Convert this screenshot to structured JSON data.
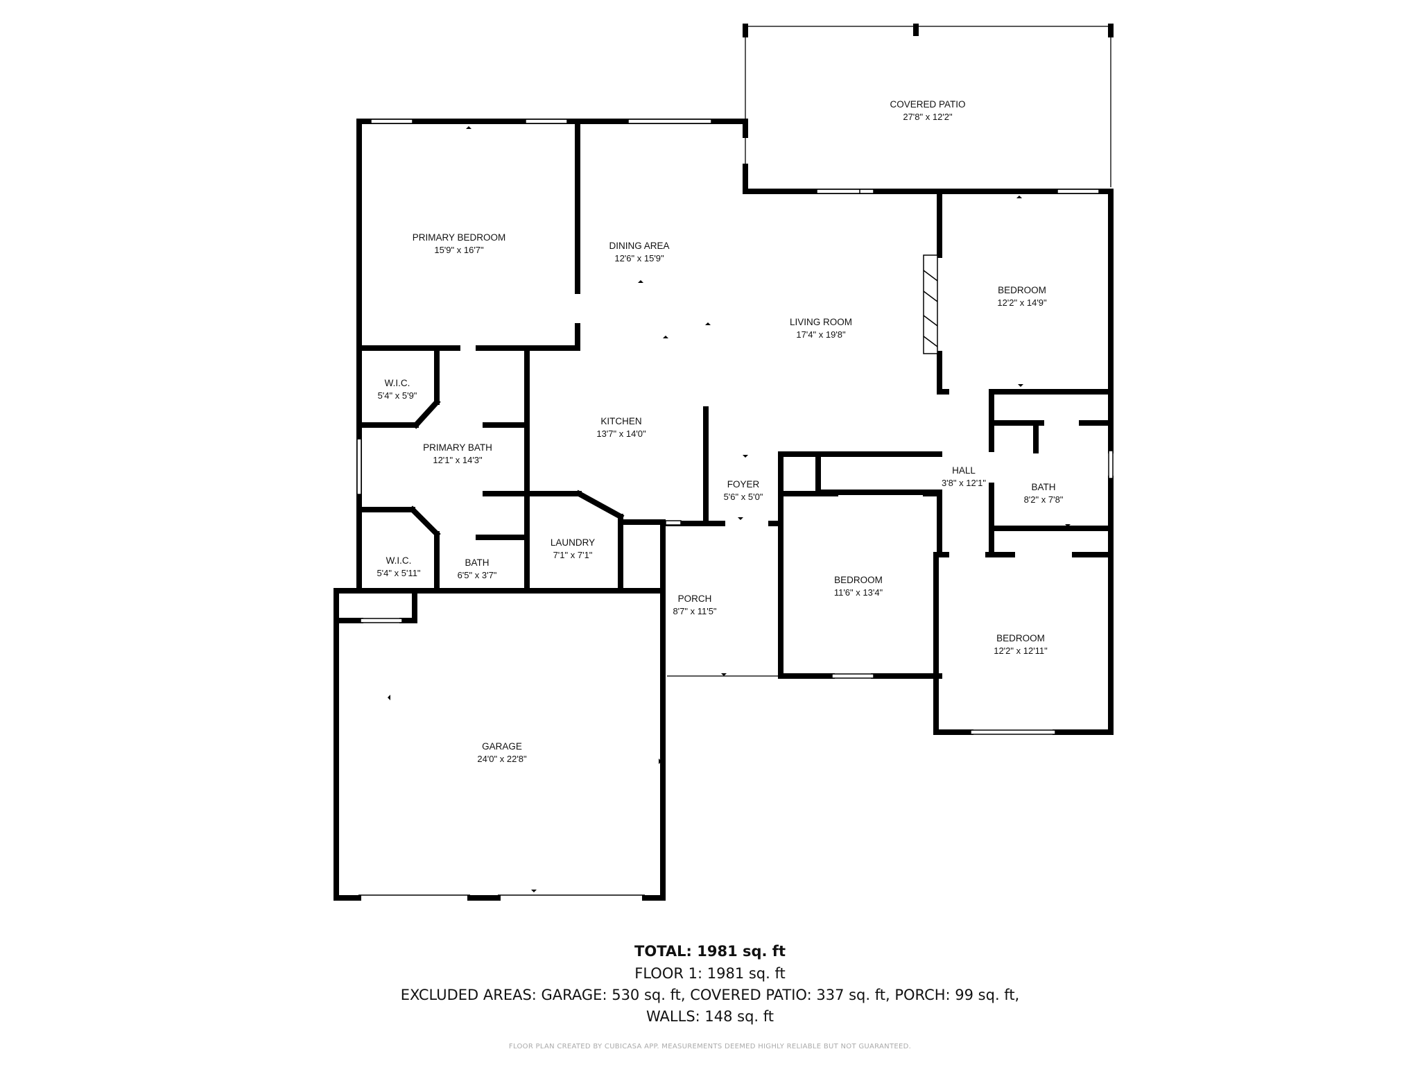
{
  "rooms": [
    {
      "key": "covered_patio",
      "name": "COVERED PATIO",
      "dims": "27'8\" x 12'2\""
    },
    {
      "key": "primary_bedroom",
      "name": "PRIMARY BEDROOM",
      "dims": "15'9\" x 16'7\""
    },
    {
      "key": "dining_area",
      "name": "DINING AREA",
      "dims": "12'6\" x 15'9\""
    },
    {
      "key": "living_room",
      "name": "LIVING ROOM",
      "dims": "17'4\" x 19'8\""
    },
    {
      "key": "bedroom_ne",
      "name": "BEDROOM",
      "dims": "12'2\" x 14'9\""
    },
    {
      "key": "wic_upper",
      "name": "W.I.C.",
      "dims": "5'4\" x 5'9\""
    },
    {
      "key": "primary_bath",
      "name": "PRIMARY BATH",
      "dims": "12'1\" x 14'3\""
    },
    {
      "key": "kitchen",
      "name": "KITCHEN",
      "dims": "13'7\" x 14'0\""
    },
    {
      "key": "foyer",
      "name": "FOYER",
      "dims": "5'6\" x 5'0\""
    },
    {
      "key": "hall",
      "name": "HALL",
      "dims": "3'8\" x 12'1\""
    },
    {
      "key": "bath_east",
      "name": "BATH",
      "dims": "8'2\" x 7'8\""
    },
    {
      "key": "laundry",
      "name": "LAUNDRY",
      "dims": "7'1\" x 7'1\""
    },
    {
      "key": "wic_lower",
      "name": "W.I.C.",
      "dims": "5'4\" x 5'11\""
    },
    {
      "key": "bath_small",
      "name": "BATH",
      "dims": "6'5\" x 3'7\""
    },
    {
      "key": "porch",
      "name": "PORCH",
      "dims": "8'7\" x 11'5\""
    },
    {
      "key": "bedroom_mid",
      "name": "BEDROOM",
      "dims": "11'6\" x 13'4\""
    },
    {
      "key": "bedroom_se",
      "name": "BEDROOM",
      "dims": "12'2\" x 12'11\""
    },
    {
      "key": "garage",
      "name": "GARAGE",
      "dims": "24'0\" x 22'8\""
    }
  ],
  "summary": {
    "total": "TOTAL: 1981 sq. ft",
    "floor": "FLOOR 1: 1981 sq. ft",
    "excluded": "EXCLUDED AREAS: GARAGE: 530 sq. ft, COVERED PATIO: 337 sq. ft, PORCH: 99 sq. ft,",
    "walls": "WALLS: 148 sq. ft",
    "disclaimer": "FLOOR PLAN CREATED BY CUBICASA APP. MEASUREMENTS DEEMED HIGHLY RELIABLE BUT NOT GUARANTEED."
  }
}
